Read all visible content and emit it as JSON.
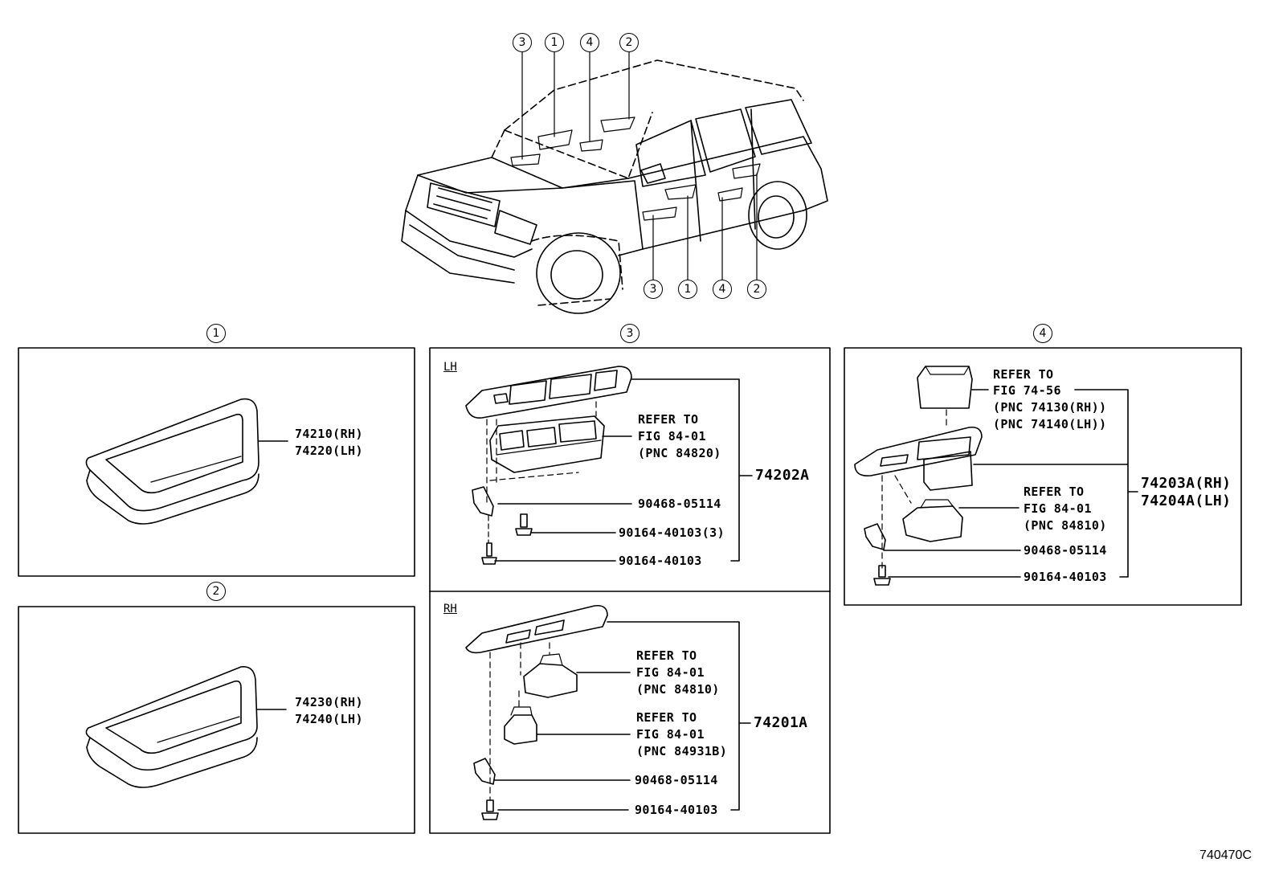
{
  "overview": {
    "callouts_top": [
      "3",
      "1",
      "4",
      "2"
    ],
    "callouts_bottom": [
      "3",
      "1",
      "4",
      "2"
    ]
  },
  "sections": {
    "s1": {
      "marker": "1",
      "part_rh": "74210(RH)",
      "part_lh": "74220(LH)"
    },
    "s2": {
      "marker": "2",
      "part_rh": "74230(RH)",
      "part_lh": "74240(LH)"
    },
    "s3": {
      "marker": "3",
      "lh": {
        "label": "LH",
        "refer": [
          "REFER TO",
          "FIG 84-01",
          "(PNC 84820)"
        ],
        "assembly": "74202A",
        "parts": [
          "90468-05114",
          "90164-40103(3)",
          "90164-40103"
        ]
      },
      "rh": {
        "label": "RH",
        "refer_a": [
          "REFER TO",
          "FIG 84-01",
          "(PNC 84810)"
        ],
        "refer_b": [
          "REFER TO",
          "FIG 84-01",
          "(PNC 84931B)"
        ],
        "assembly": "74201A",
        "parts": [
          "90468-05114",
          "90164-40103"
        ]
      }
    },
    "s4": {
      "marker": "4",
      "refer_a": [
        "REFER TO",
        "FIG 74-56",
        "(PNC 74130(RH))",
        "(PNC 74140(LH))"
      ],
      "refer_b": [
        "REFER TO",
        "FIG 84-01",
        "(PNC 84810)"
      ],
      "assembly_rh": "74203A(RH)",
      "assembly_lh": "74204A(LH)",
      "parts": [
        "90468-05114",
        "90164-40103"
      ]
    }
  },
  "figure_code": "740470C"
}
